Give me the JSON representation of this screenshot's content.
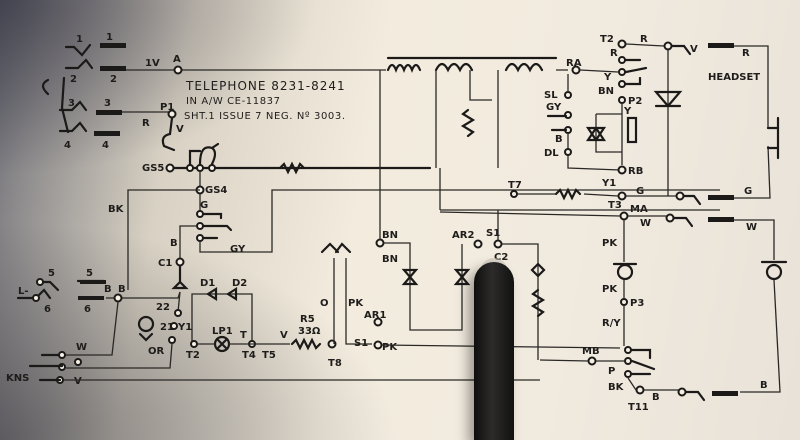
{
  "document": {
    "type": "telephone circuit schematic",
    "title_block": {
      "line1": "TELEPHONE 8231-8241",
      "line2": "IN A/W CE-11837",
      "line3": "SHT.1 ISSUE 7  NEG. Nº 3003."
    }
  },
  "left_plug": {
    "contacts": [
      "1",
      "2",
      "3",
      "4"
    ],
    "contacts_lower": [
      "5",
      "6"
    ],
    "pin_labels": {
      "l_minus": "L-",
      "kns": "KNS"
    },
    "wire_labels": {
      "line1": "1V",
      "line3": "R"
    }
  },
  "terminals": {
    "A": "A",
    "P1": "P1",
    "V_top": "V",
    "GS5": "GS5",
    "GS4": "GS4",
    "G": "G",
    "B": "B",
    "GY": "GY",
    "BK": "BK",
    "C1": "C1",
    "BB1": "B",
    "BB2": "B",
    "n22": "22",
    "n21": "21",
    "Y1_left": "Y1",
    "OR": "OR",
    "T2": "T2",
    "W": "W",
    "O": "O",
    "V_bottom": "V",
    "D1": "D1",
    "D2": "D2",
    "LP1": "LP1",
    "T_lamp": "T",
    "T4": "T4",
    "T5": "T5",
    "V_lamp": "V",
    "R5": "R5",
    "R5_value": "33Ω",
    "T8": "T8",
    "O_mid": "O",
    "PK_mid": "PK",
    "AR1": "AR1",
    "S1_low": "S1",
    "PK_low": "PK",
    "BN_top": "BN",
    "BN": "BN",
    "AR2": "AR2",
    "S1_top": "S1",
    "C2": "C2",
    "RA": "RA",
    "SL": "SL",
    "GY_right": "GY",
    "B_right": "B",
    "DL": "DL",
    "T2_right": "T2",
    "R_right": "R",
    "Y": "Y",
    "BN_right": "BN",
    "P2": "P2",
    "Y_coil": "Y",
    "RB": "RB",
    "T7": "T7",
    "Y1_right": "Y1",
    "T3": "T3",
    "G_right": "G",
    "MA": "MA",
    "W_right": "W",
    "PK_r1": "PK",
    "PK_r2": "PK",
    "P3": "P3",
    "R_Y": "R/Y",
    "MB": "MB",
    "P": "P",
    "BK_right": "BK",
    "T11": "T11",
    "B_bottom": "B"
  },
  "headset": {
    "label": "HEADSET",
    "wire_labels": {
      "top": "R",
      "g": "G",
      "w": "W",
      "b": "B",
      "r_line": "R",
      "v": "V"
    }
  }
}
